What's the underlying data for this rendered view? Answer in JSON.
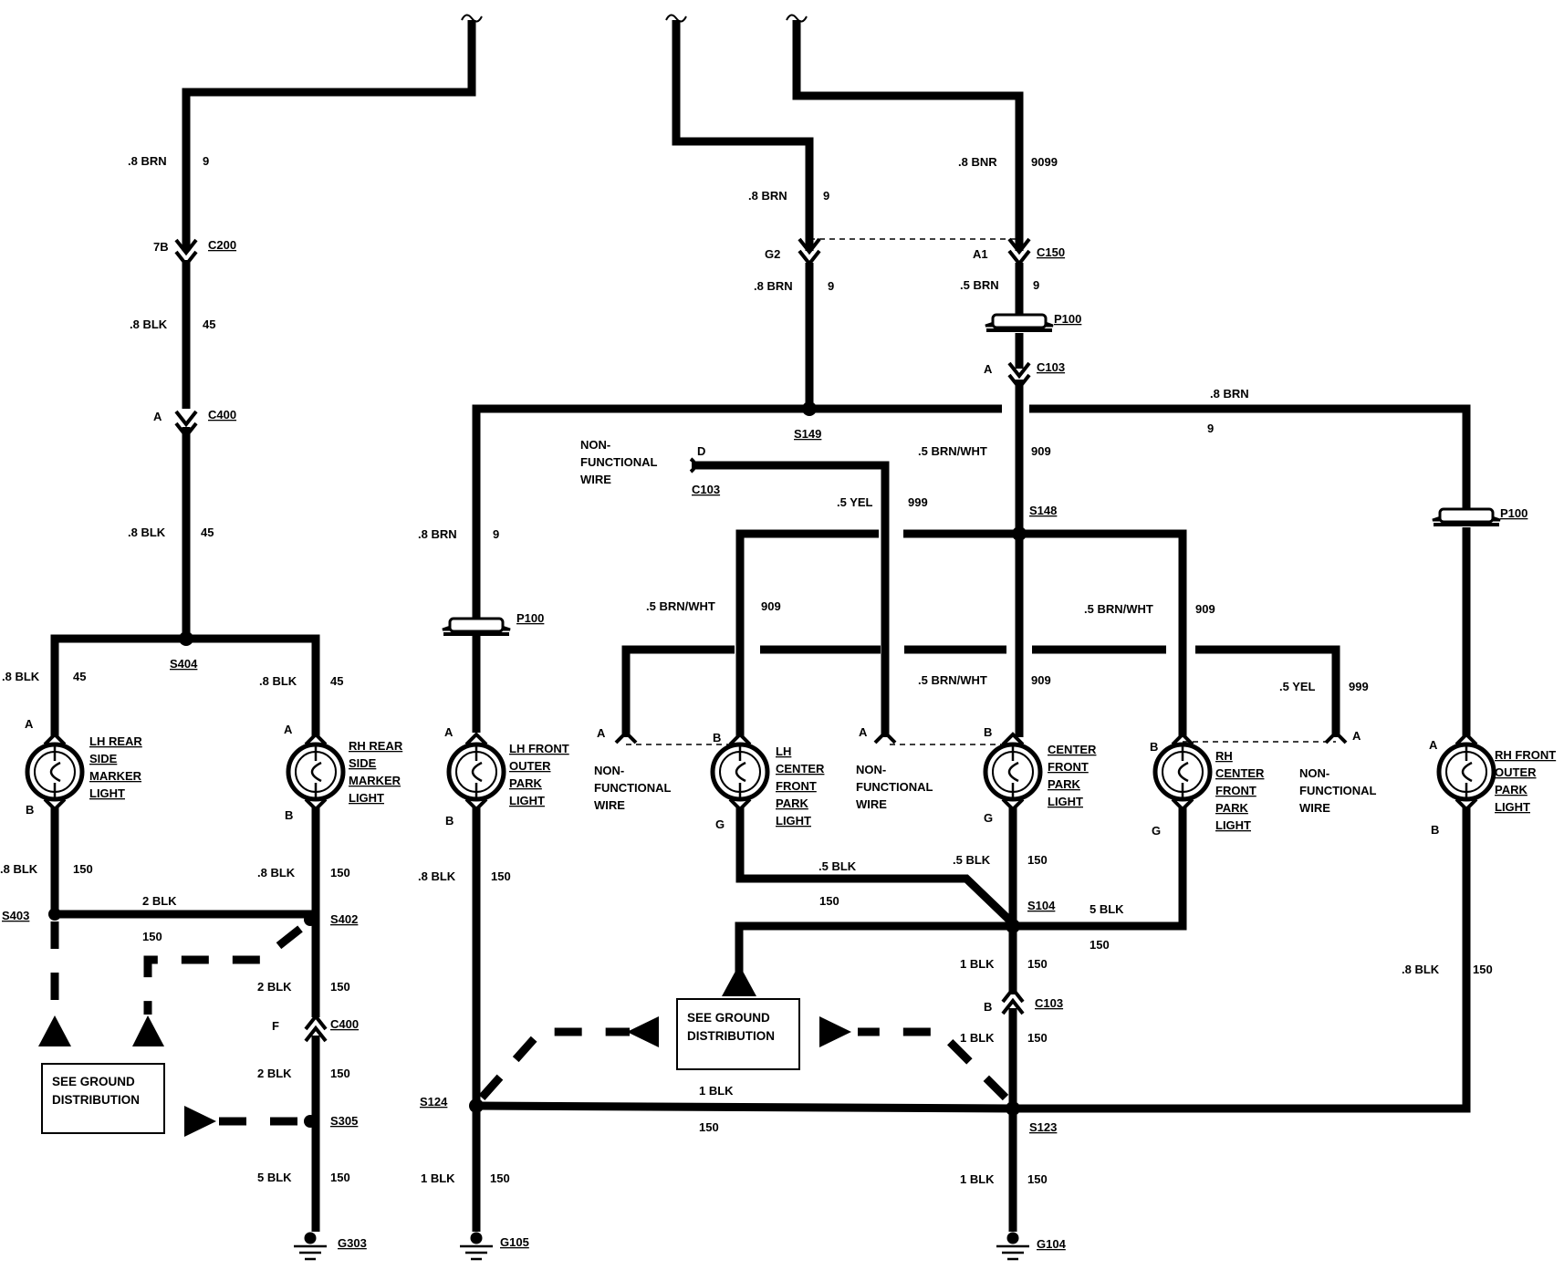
{
  "wire_labels": [
    {
      "id": "w-lrs-brn",
      "text": ".8 BRN"
    },
    {
      "id": "w-lrs-9",
      "text": "9"
    },
    {
      "id": "w-lrs-blk1",
      "text": ".8 BLK"
    },
    {
      "id": "w-lrs-45a",
      "text": "45"
    },
    {
      "id": "w-lrs-blk2",
      "text": ".8 BLK"
    },
    {
      "id": "w-lrs-45b",
      "text": "45"
    },
    {
      "id": "w-lh-blk45",
      "text": ".8 BLK"
    },
    {
      "id": "w-lh-45",
      "text": "45"
    },
    {
      "id": "w-rh-blk45",
      "text": ".8 BLK"
    },
    {
      "id": "w-rh-45",
      "text": "45"
    },
    {
      "id": "w-lh-blk150",
      "text": ".8 BLK"
    },
    {
      "id": "w-lh-150",
      "text": "150"
    },
    {
      "id": "w-rh-blk150",
      "text": ".8 BLK"
    },
    {
      "id": "w-rh-150",
      "text": "150"
    },
    {
      "id": "w-s403-blk",
      "text": "2 BLK"
    },
    {
      "id": "w-s403-150",
      "text": "150"
    },
    {
      "id": "w-s402-blk",
      "text": "2 BLK"
    },
    {
      "id": "w-s402-150",
      "text": "150"
    },
    {
      "id": "w-c400f-blk",
      "text": "2 BLK"
    },
    {
      "id": "w-c400f-150",
      "text": "150"
    },
    {
      "id": "w-g303-blk",
      "text": "5 BLK"
    },
    {
      "id": "w-g303-150",
      "text": "150"
    },
    {
      "id": "w-g2-brn-top",
      "text": ".8 BRN"
    },
    {
      "id": "w-g2-9-top",
      "text": "9"
    },
    {
      "id": "w-g2-brn-bot",
      "text": ".8 BRN"
    },
    {
      "id": "w-g2-9-bot",
      "text": "9"
    },
    {
      "id": "w-a1-bnr",
      "text": ".8 BNR"
    },
    {
      "id": "w-a1-9099",
      "text": "9099"
    },
    {
      "id": "w-a1-brn",
      "text": ".5 BRN"
    },
    {
      "id": "w-a1-9",
      "text": "9"
    },
    {
      "id": "w-rhf-brn",
      "text": ".8 BRN"
    },
    {
      "id": "w-rhf-9",
      "text": "9"
    },
    {
      "id": "w-c103-brnwht",
      "text": ".5 BRN/WHT"
    },
    {
      "id": "w-c103-909",
      "text": "909"
    },
    {
      "id": "w-yel-a",
      "text": ".5 YEL"
    },
    {
      "id": "w-yel-a-999",
      "text": "999"
    },
    {
      "id": "w-lhf-brn",
      "text": ".8 BRN"
    },
    {
      "id": "w-lhf-9",
      "text": "9"
    },
    {
      "id": "w-lhc-brnwht",
      "text": ".5 BRN/WHT"
    },
    {
      "id": "w-lhc-909",
      "text": "909"
    },
    {
      "id": "w-rhc-brnwht",
      "text": ".5 BRN/WHT"
    },
    {
      "id": "w-rhc-909",
      "text": "909"
    },
    {
      "id": "w-ctr-brnwht",
      "text": ".5 BRN/WHT"
    },
    {
      "id": "w-ctr-909",
      "text": "909"
    },
    {
      "id": "w-yel-b",
      "text": ".5 YEL"
    },
    {
      "id": "w-yel-b-999",
      "text": "999"
    },
    {
      "id": "w-lhf-blk",
      "text": ".8 BLK"
    },
    {
      "id": "w-lhf-150",
      "text": "150"
    },
    {
      "id": "w-lhc-blk",
      "text": ".5 BLK"
    },
    {
      "id": "w-lhc-150",
      "text": "150"
    },
    {
      "id": "w-ctr-blk",
      "text": ".5 BLK"
    },
    {
      "id": "w-ctr-150",
      "text": "150"
    },
    {
      "id": "w-rhc-blk",
      "text": "5 BLK"
    },
    {
      "id": "w-rhc-150",
      "text": "150"
    },
    {
      "id": "w-s104-blk",
      "text": "1 BLK"
    },
    {
      "id": "w-s104-150",
      "text": "150"
    },
    {
      "id": "w-c103b-blk",
      "text": "1 BLK"
    },
    {
      "id": "w-c103b-150",
      "text": "150"
    },
    {
      "id": "w-s124-blk",
      "text": "1 BLK"
    },
    {
      "id": "w-s124-150",
      "text": "150"
    },
    {
      "id": "w-g105-blk",
      "text": "1 BLK"
    },
    {
      "id": "w-g105-150",
      "text": "150"
    },
    {
      "id": "w-g104-blk",
      "text": "1 BLK"
    },
    {
      "id": "w-g104-150",
      "text": "150"
    },
    {
      "id": "w-rhfo-blk",
      "text": ".8 BLK"
    },
    {
      "id": "w-rhfo-150",
      "text": "150"
    }
  ],
  "pins": [
    {
      "id": "p-7b",
      "text": "7B"
    },
    {
      "id": "p-a-c400",
      "text": "A"
    },
    {
      "id": "p-g2",
      "text": "G2"
    },
    {
      "id": "p-a1",
      "text": "A1"
    },
    {
      "id": "p-a-c103",
      "text": "A"
    },
    {
      "id": "p-d",
      "text": "D"
    },
    {
      "id": "p-lrs-a",
      "text": "A"
    },
    {
      "id": "p-lrs-b",
      "text": "B"
    },
    {
      "id": "p-rrs-a",
      "text": "A"
    },
    {
      "id": "p-rrs-b",
      "text": "B"
    },
    {
      "id": "p-f",
      "text": "F"
    },
    {
      "id": "p-lhf-a",
      "text": "A"
    },
    {
      "id": "p-lhf-b",
      "text": "B"
    },
    {
      "id": "p-nf1-a",
      "text": "A"
    },
    {
      "id": "p-lhc-b",
      "text": "B"
    },
    {
      "id": "p-lhc-g",
      "text": "G"
    },
    {
      "id": "p-nf2-a",
      "text": "A"
    },
    {
      "id": "p-ctr-b",
      "text": "B"
    },
    {
      "id": "p-ctr-g",
      "text": "G"
    },
    {
      "id": "p-rhc-b",
      "text": "B"
    },
    {
      "id": "p-rhc-g",
      "text": "G"
    },
    {
      "id": "p-nf3-a",
      "text": "A"
    },
    {
      "id": "p-rhfo-a",
      "text": "A"
    },
    {
      "id": "p-rhfo-b",
      "text": "B"
    },
    {
      "id": "p-c103-b",
      "text": "B"
    }
  ],
  "refs": [
    {
      "id": "r-c200",
      "text": "C200"
    },
    {
      "id": "r-c400a",
      "text": "C400"
    },
    {
      "id": "r-s404",
      "text": "S404"
    },
    {
      "id": "r-s403",
      "text": "S403"
    },
    {
      "id": "r-s402",
      "text": "S402"
    },
    {
      "id": "r-c400f",
      "text": "C400"
    },
    {
      "id": "r-s305",
      "text": "S305"
    },
    {
      "id": "r-g303",
      "text": "G303"
    },
    {
      "id": "r-c150",
      "text": "C150"
    },
    {
      "id": "r-p100a",
      "text": "P100"
    },
    {
      "id": "r-c103a",
      "text": "C103"
    },
    {
      "id": "r-s149",
      "text": "S149"
    },
    {
      "id": "r-c103d",
      "text": "C103"
    },
    {
      "id": "r-s148",
      "text": "S148"
    },
    {
      "id": "r-p100b",
      "text": "P100"
    },
    {
      "id": "r-p100c",
      "text": "P100"
    },
    {
      "id": "r-s104",
      "text": "S104"
    },
    {
      "id": "r-c103b",
      "text": "C103"
    },
    {
      "id": "r-s124",
      "text": "S124"
    },
    {
      "id": "r-s123",
      "text": "S123"
    },
    {
      "id": "r-g105",
      "text": "G105"
    },
    {
      "id": "r-g104",
      "text": "G104"
    }
  ],
  "bulbs": [
    {
      "id": "lh-rear-side",
      "lines": [
        "LH  REAR",
        "SIDE",
        "MARKER",
        "LIGHT"
      ]
    },
    {
      "id": "rh-rear-side",
      "lines": [
        "RH  REAR",
        "SIDE",
        "MARKER",
        "LIGHT"
      ]
    },
    {
      "id": "lh-front-outer",
      "lines": [
        "LH FRONT",
        "OUTER",
        "PARK",
        "LIGHT"
      ]
    },
    {
      "id": "lh-center-front",
      "lines": [
        "LH",
        "CENTER",
        "FRONT",
        "PARK",
        "LIGHT"
      ]
    },
    {
      "id": "center-front",
      "lines": [
        "CENTER",
        "FRONT",
        "PARK",
        "LIGHT"
      ]
    },
    {
      "id": "rh-center-front",
      "lines": [
        "RH",
        "CENTER",
        "FRONT",
        "PARK",
        "LIGHT"
      ]
    },
    {
      "id": "rh-front-outer",
      "lines": [
        "RH FRONT",
        "OUTER",
        "PARK",
        "LIGHT"
      ]
    }
  ],
  "nonfunctional": [
    {
      "id": "nf-top",
      "lines": [
        "NON-",
        "FUNCTIONAL",
        "WIRE"
      ]
    },
    {
      "id": "nf-1",
      "lines": [
        "NON-",
        "FUNCTIONAL",
        "WIRE"
      ]
    },
    {
      "id": "nf-2",
      "lines": [
        "NON-",
        "FUNCTIONAL",
        "WIRE"
      ]
    },
    {
      "id": "nf-3",
      "lines": [
        "NON-",
        "FUNCTIONAL",
        "WIRE"
      ]
    }
  ],
  "boxes": [
    {
      "id": "ground-left",
      "lines": [
        "SEE GROUND",
        "DISTRIBUTION"
      ]
    },
    {
      "id": "ground-center",
      "lines": [
        "SEE GROUND",
        "DISTRIBUTION"
      ]
    }
  ]
}
